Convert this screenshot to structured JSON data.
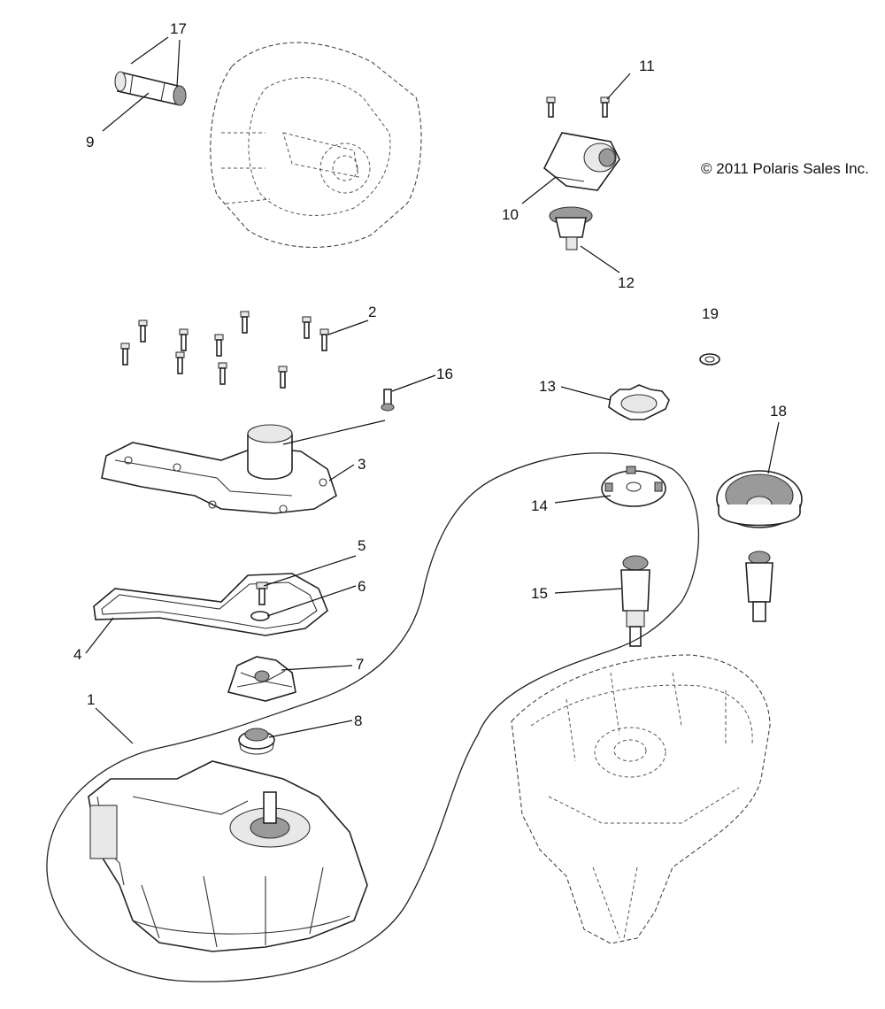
{
  "copyright": "© 2011 Polaris Sales Inc.",
  "callouts": [
    {
      "label": "1"
    },
    {
      "label": "2"
    },
    {
      "label": "3"
    },
    {
      "label": "4"
    },
    {
      "label": "5"
    },
    {
      "label": "6"
    },
    {
      "label": "7"
    },
    {
      "label": "8"
    },
    {
      "label": "9"
    },
    {
      "label": "10"
    },
    {
      "label": "11"
    },
    {
      "label": "12"
    },
    {
      "label": "13"
    },
    {
      "label": "14"
    },
    {
      "label": "15"
    },
    {
      "label": "16"
    },
    {
      "label": "17"
    },
    {
      "label": "18"
    },
    {
      "label": "19"
    }
  ]
}
